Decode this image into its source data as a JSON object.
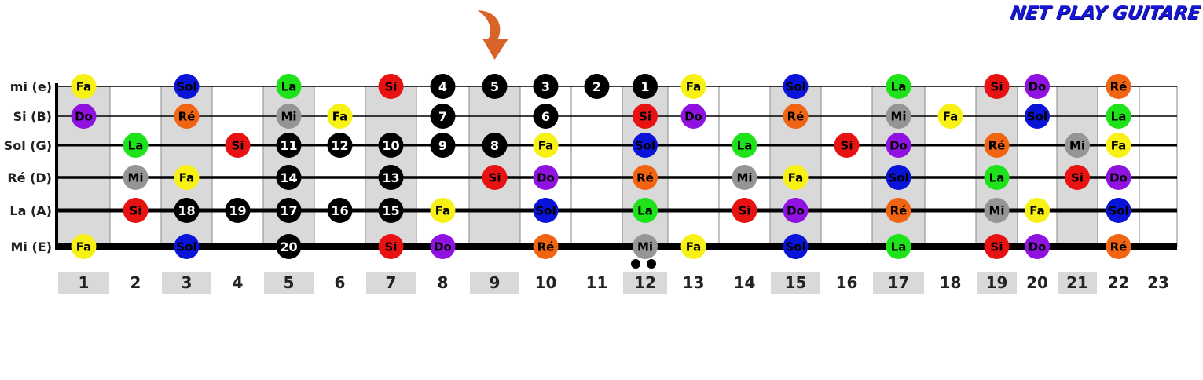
{
  "brand": "NET PLAY GUITARE",
  "strings": [
    "mi (e)",
    "Si (B)",
    "Sol (G)",
    "Ré (D)",
    "La (A)",
    "Mi (E)"
  ],
  "fret_numbers": [
    "1",
    "2",
    "3",
    "4",
    "5",
    "6",
    "7",
    "8",
    "9",
    "10",
    "11",
    "12",
    "13",
    "14",
    "15",
    "16",
    "17",
    "18",
    "19",
    "20",
    "21",
    "22",
    "23"
  ],
  "shaded_frets": [
    1,
    3,
    5,
    7,
    9,
    12,
    15,
    17,
    19,
    21
  ],
  "inlay_frets": [
    3,
    5,
    7,
    9,
    15,
    17,
    19,
    21
  ],
  "double_dot_fret": 12,
  "arrow_fret": 9,
  "colors": {
    "Fa": "#f7f116",
    "Do": "#9012e0",
    "Sol": "#0a14d8",
    "Ré": "#f06412",
    "Mi": "#959595",
    "La": "#1ee21a",
    "Si": "#e81212",
    "step": "#000000",
    "arrow": "#d8642a",
    "brand": "#1616d6"
  },
  "notes": [
    {
      "s": 0,
      "f": 1,
      "t": "Fa"
    },
    {
      "s": 0,
      "f": 3,
      "t": "Sol"
    },
    {
      "s": 0,
      "f": 5,
      "t": "La"
    },
    {
      "s": 0,
      "f": 7,
      "t": "Si"
    },
    {
      "s": 0,
      "f": 13,
      "t": "Fa"
    },
    {
      "s": 0,
      "f": 15,
      "t": "Sol"
    },
    {
      "s": 0,
      "f": 17,
      "t": "La"
    },
    {
      "s": 0,
      "f": 19,
      "t": "Si"
    },
    {
      "s": 0,
      "f": 20,
      "t": "Do"
    },
    {
      "s": 0,
      "f": 22,
      "t": "Ré"
    },
    {
      "s": 1,
      "f": 1,
      "t": "Do"
    },
    {
      "s": 1,
      "f": 3,
      "t": "Ré"
    },
    {
      "s": 1,
      "f": 5,
      "t": "Mi"
    },
    {
      "s": 1,
      "f": 6,
      "t": "Fa"
    },
    {
      "s": 1,
      "f": 12,
      "t": "Si"
    },
    {
      "s": 1,
      "f": 13,
      "t": "Do"
    },
    {
      "s": 1,
      "f": 15,
      "t": "Ré"
    },
    {
      "s": 1,
      "f": 17,
      "t": "Mi"
    },
    {
      "s": 1,
      "f": 18,
      "t": "Fa"
    },
    {
      "s": 1,
      "f": 20,
      "t": "Sol"
    },
    {
      "s": 1,
      "f": 22,
      "t": "La"
    },
    {
      "s": 2,
      "f": 2,
      "t": "La"
    },
    {
      "s": 2,
      "f": 4,
      "t": "Si"
    },
    {
      "s": 2,
      "f": 10,
      "t": "Fa"
    },
    {
      "s": 2,
      "f": 12,
      "t": "Sol"
    },
    {
      "s": 2,
      "f": 14,
      "t": "La"
    },
    {
      "s": 2,
      "f": 16,
      "t": "Si"
    },
    {
      "s": 2,
      "f": 17,
      "t": "Do"
    },
    {
      "s": 2,
      "f": 19,
      "t": "Ré"
    },
    {
      "s": 2,
      "f": 21,
      "t": "Mi"
    },
    {
      "s": 2,
      "f": 22,
      "t": "Fa"
    },
    {
      "s": 3,
      "f": 2,
      "t": "Mi"
    },
    {
      "s": 3,
      "f": 3,
      "t": "Fa"
    },
    {
      "s": 3,
      "f": 9,
      "t": "Si"
    },
    {
      "s": 3,
      "f": 10,
      "t": "Do"
    },
    {
      "s": 3,
      "f": 12,
      "t": "Ré"
    },
    {
      "s": 3,
      "f": 14,
      "t": "Mi"
    },
    {
      "s": 3,
      "f": 15,
      "t": "Fa"
    },
    {
      "s": 3,
      "f": 17,
      "t": "Sol"
    },
    {
      "s": 3,
      "f": 19,
      "t": "La"
    },
    {
      "s": 3,
      "f": 21,
      "t": "Si"
    },
    {
      "s": 3,
      "f": 22,
      "t": "Do"
    },
    {
      "s": 4,
      "f": 2,
      "t": "Si"
    },
    {
      "s": 4,
      "f": 8,
      "t": "Fa"
    },
    {
      "s": 4,
      "f": 10,
      "t": "Sol"
    },
    {
      "s": 4,
      "f": 12,
      "t": "La"
    },
    {
      "s": 4,
      "f": 14,
      "t": "Si"
    },
    {
      "s": 4,
      "f": 15,
      "t": "Do"
    },
    {
      "s": 4,
      "f": 17,
      "t": "Ré"
    },
    {
      "s": 4,
      "f": 19,
      "t": "Mi"
    },
    {
      "s": 4,
      "f": 20,
      "t": "Fa"
    },
    {
      "s": 4,
      "f": 22,
      "t": "Sol"
    },
    {
      "s": 5,
      "f": 1,
      "t": "Fa"
    },
    {
      "s": 5,
      "f": 3,
      "t": "Sol"
    },
    {
      "s": 5,
      "f": 7,
      "t": "Si"
    },
    {
      "s": 5,
      "f": 8,
      "t": "Do"
    },
    {
      "s": 5,
      "f": 10,
      "t": "Ré"
    },
    {
      "s": 5,
      "f": 12,
      "t": "Mi"
    },
    {
      "s": 5,
      "f": 13,
      "t": "Fa"
    },
    {
      "s": 5,
      "f": 15,
      "t": "Sol"
    },
    {
      "s": 5,
      "f": 17,
      "t": "La"
    },
    {
      "s": 5,
      "f": 19,
      "t": "Si"
    },
    {
      "s": 5,
      "f": 20,
      "t": "Do"
    },
    {
      "s": 5,
      "f": 22,
      "t": "Ré"
    }
  ],
  "steps": [
    {
      "s": 0,
      "f": 12,
      "t": "1"
    },
    {
      "s": 0,
      "f": 11,
      "t": "2"
    },
    {
      "s": 0,
      "f": 10,
      "t": "3"
    },
    {
      "s": 0,
      "f": 8,
      "t": "4"
    },
    {
      "s": 0,
      "f": 9,
      "t": "5"
    },
    {
      "s": 1,
      "f": 10,
      "t": "6"
    },
    {
      "s": 1,
      "f": 8,
      "t": "7"
    },
    {
      "s": 2,
      "f": 9,
      "t": "8"
    },
    {
      "s": 2,
      "f": 8,
      "t": "9"
    },
    {
      "s": 2,
      "f": 7,
      "t": "10"
    },
    {
      "s": 2,
      "f": 5,
      "t": "11"
    },
    {
      "s": 2,
      "f": 6,
      "t": "12"
    },
    {
      "s": 3,
      "f": 7,
      "t": "13"
    },
    {
      "s": 3,
      "f": 5,
      "t": "14"
    },
    {
      "s": 4,
      "f": 7,
      "t": "15"
    },
    {
      "s": 4,
      "f": 6,
      "t": "16"
    },
    {
      "s": 4,
      "f": 5,
      "t": "17"
    },
    {
      "s": 4,
      "f": 3,
      "t": "18"
    },
    {
      "s": 4,
      "f": 4,
      "t": "19"
    },
    {
      "s": 5,
      "f": 5,
      "t": "20"
    }
  ]
}
